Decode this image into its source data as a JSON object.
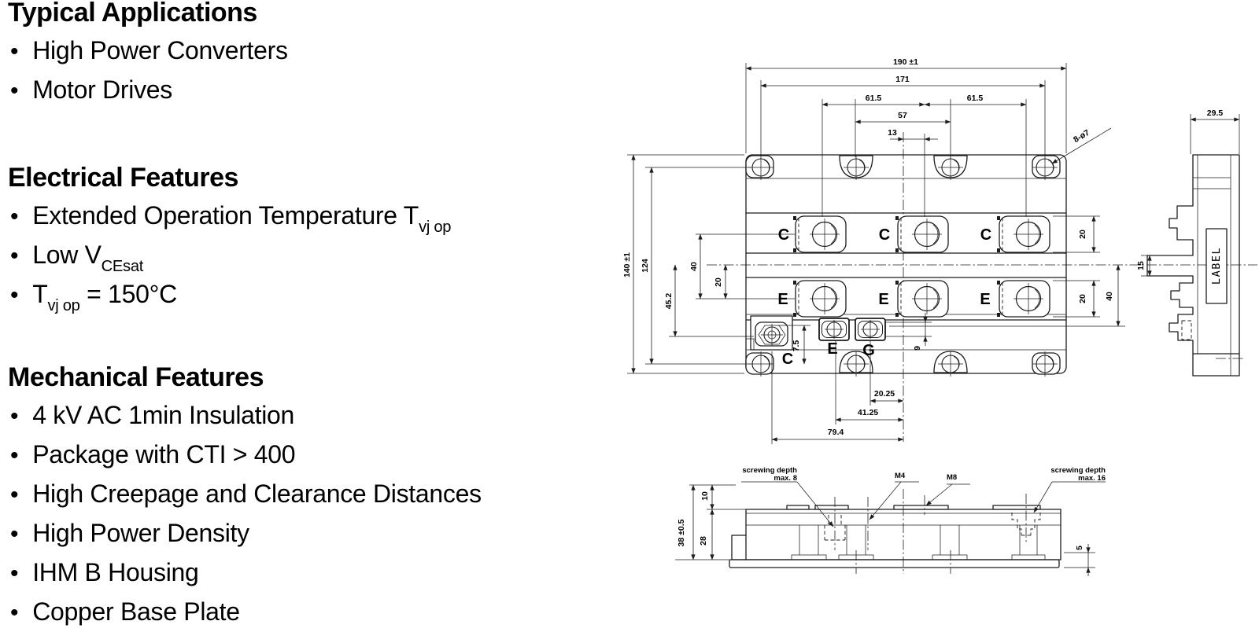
{
  "features": [
    {
      "title": "Typical Applications",
      "items": [
        [
          {
            "t": "High Power Converters"
          }
        ],
        [
          {
            "t": "Motor Drives"
          }
        ]
      ]
    },
    {
      "title": "Electrical Features",
      "items": [
        [
          {
            "t": "Extended Operation Temperature T"
          },
          {
            "s": "vj op"
          }
        ],
        [
          {
            "t": "Low V"
          },
          {
            "s": "CEsat"
          }
        ],
        [
          {
            "t": "T"
          },
          {
            "s": "vj op"
          },
          {
            "t": " = 150°C"
          }
        ]
      ]
    },
    {
      "title": "Mechanical Features",
      "items": [
        [
          {
            "t": "4 kV AC 1min Insulation"
          }
        ],
        [
          {
            "t": "Package with CTI > 400"
          }
        ],
        [
          {
            "t": "High Creepage and Clearance Distances"
          }
        ],
        [
          {
            "t": "High Power Density"
          }
        ],
        [
          {
            "t": "IHM B Housing"
          }
        ],
        [
          {
            "t": "Copper Base Plate"
          }
        ]
      ]
    }
  ],
  "drawing": {
    "top_view": {
      "dims": {
        "t190": "190 ±1",
        "t171": "171",
        "t615a": "61.5",
        "t615b": "61.5",
        "t57": "57",
        "t13": "13",
        "t140": "140 ±1",
        "t124": "124",
        "t452": "45.2",
        "t40l": "40",
        "t20l": "20",
        "t20rt": "20",
        "t20rb": "20",
        "t40r": "40",
        "t9": "9",
        "t75": "7.5",
        "t2025": "20.25",
        "t4125": "41.25",
        "t794": "79.4",
        "tholes": "8-ø7"
      },
      "labels": {
        "c1": "C",
        "c2": "C",
        "c3": "C",
        "e1": "E",
        "e2": "E",
        "e3": "E",
        "cax": "C",
        "eax": "E",
        "gax": "G"
      }
    },
    "side_view": {
      "t295": "29.5",
      "t15": "15",
      "tlabel": "LABEL"
    },
    "bottom_view": {
      "sd1a": "screwing depth",
      "sd1b": "max. 8",
      "m4": "M4",
      "m8": "M8",
      "sd2a": "screwing depth",
      "sd2b": "max. 16",
      "t10": "10",
      "t28": "28",
      "t38": "38 ±0.5",
      "t5": "5"
    }
  }
}
